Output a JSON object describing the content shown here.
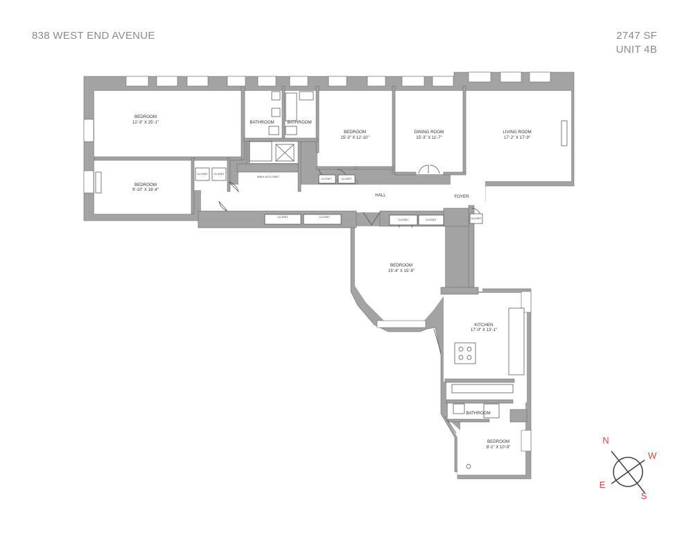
{
  "header": {
    "address": "838 WEST END AVENUE",
    "square_feet": "2747 SF",
    "unit": "UNIT 4B"
  },
  "rooms": [
    {
      "name": "BEDROOM",
      "dims": "12'-3\" X 25'-1\""
    },
    {
      "name": "BEDROOM",
      "dims": "9'-10\" X 16'-4\""
    },
    {
      "name": "BATHROOM",
      "dims": ""
    },
    {
      "name": "BATHROOM",
      "dims": ""
    },
    {
      "name": "BEDROOM",
      "dims": "15'-3\" X 12'-10\""
    },
    {
      "name": "DINING ROOM",
      "dims": "15'-3\" X 11'-7\""
    },
    {
      "name": "LIVING ROOM",
      "dims": "17'-2\" X 17'-9\""
    },
    {
      "name": "HALL",
      "dims": ""
    },
    {
      "name": "FOYER",
      "dims": ""
    },
    {
      "name": "BEDROOM",
      "dims": "15'-4\" X 15'-9\""
    },
    {
      "name": "KITCHEN",
      "dims": "17'-0\" X 13'-1\""
    },
    {
      "name": "BATHROOM",
      "dims": ""
    },
    {
      "name": "BEDROOM",
      "dims": "8'-1\" X 10'-9\""
    }
  ],
  "closets": {
    "walk_in": "WALK-IN CLOSET",
    "closet": "CLOSET"
  },
  "compass": {
    "north": "N",
    "west": "W",
    "east": "E",
    "south": "S",
    "color": "#d64541"
  }
}
